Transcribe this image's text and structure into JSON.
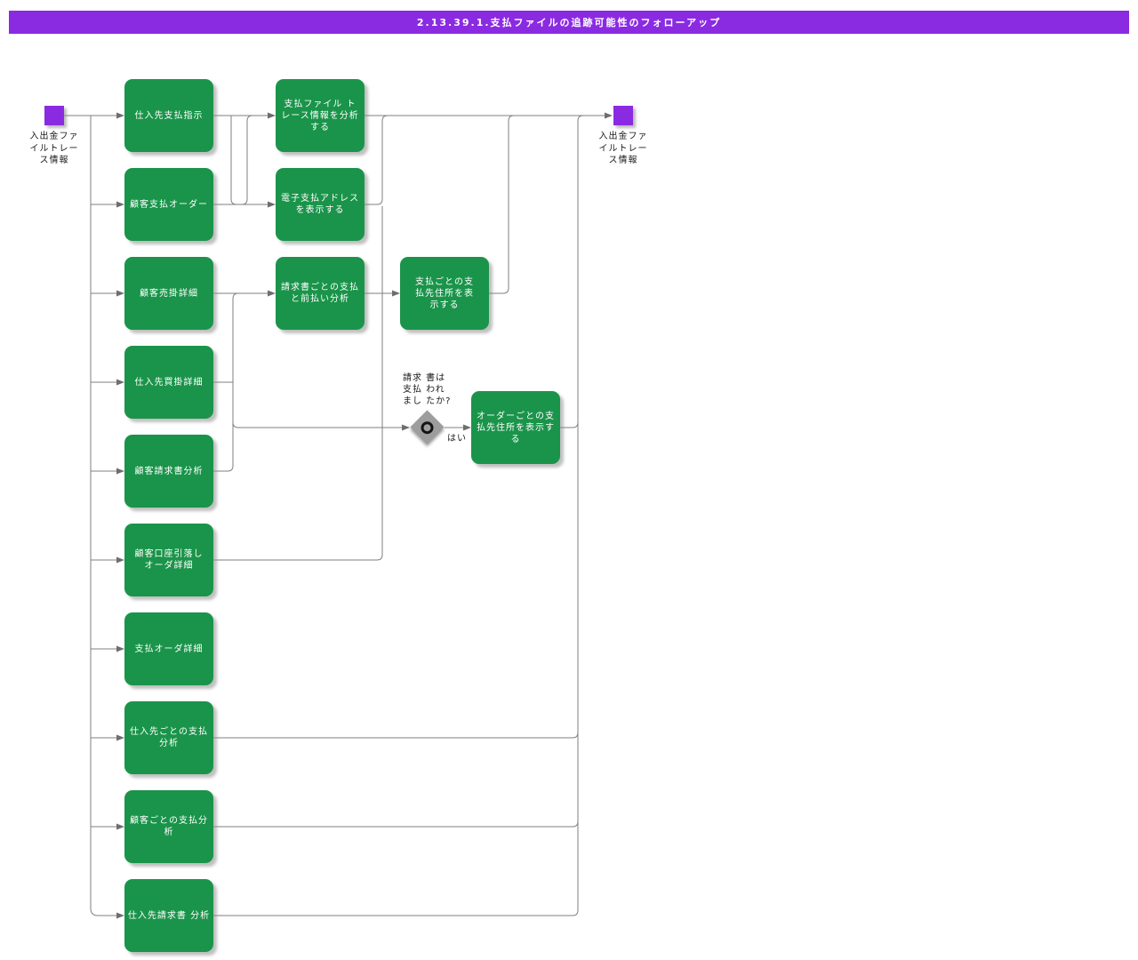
{
  "title": "2.13.39.1.支払ファイルの追跡可能性のフォローアップ",
  "colors": {
    "title_bar": "#8A2BE2",
    "event_purple": "#8A2BE2",
    "task_green": "#1A944A",
    "connector_gray": "#7F7F7F",
    "gateway_gray": "#9D9D9D"
  },
  "start_event": {
    "label": "入出金ファ\nイルトレー\nス情報"
  },
  "end_event": {
    "label": "入出金ファ\nイルトレー\nス情報"
  },
  "gateway": {
    "question": "請求 書は\n支払 われ\nまし たか?",
    "yes_label": "はい"
  },
  "tasks": {
    "supplier_payment_instruction": "仕入先支払指示",
    "customer_payment_order": "顧客支払オーダー",
    "customer_receivables_detail": "顧客売掛詳細",
    "supplier_payables_detail": "仕入先買掛詳細",
    "customer_invoice_analysis": "顧客請求書分析",
    "customer_direct_debit_order_detail": "顧客口座引落し\nオーダ詳細",
    "payment_order_detail": "支払オーダ詳細",
    "payment_analysis_by_supplier": "仕入先ごとの支払\n分析",
    "payment_analysis_by_customer": "顧客ごとの支払分\n析",
    "supplier_invoice_analysis": "仕入先請求書 分析",
    "analyze_payment_file_trace": "支払ファイル ト\nレース情報を分析\nする",
    "display_electronic_payment_address": "電子支払アドレス\nを表示する",
    "invoice_payment_prepayment_analysis": "請求書ごとの支払\nと前払い分析",
    "display_payee_address_by_payment": "支払ごとの支\n払先住所を表\n示する",
    "display_payee_address_by_order": "オーダーごとの支\n払先住所を表示す\nる"
  }
}
